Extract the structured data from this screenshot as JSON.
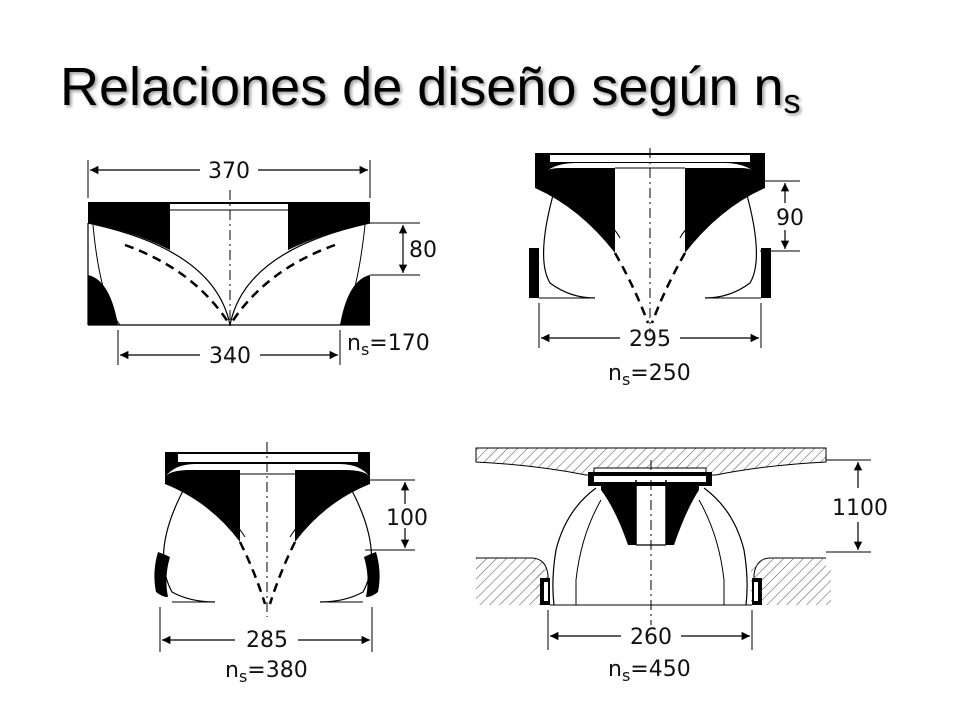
{
  "title": {
    "main": "Relaciones de diseño según n",
    "sub": "s"
  },
  "figures": [
    {
      "id": "ns170",
      "dim_top": "370",
      "dim_side": "80",
      "dim_bottom": "340",
      "ns_label": "n",
      "ns_sub": "s",
      "ns_value": "=170"
    },
    {
      "id": "ns250",
      "dim_side": "90",
      "dim_bottom": "295",
      "ns_label": "n",
      "ns_sub": "s",
      "ns_value": "=250"
    },
    {
      "id": "ns380",
      "dim_side": "100",
      "dim_bottom": "285",
      "ns_label": "n",
      "ns_sub": "s",
      "ns_value": "=380"
    },
    {
      "id": "ns450",
      "dim_side": "1100",
      "dim_bottom": "260",
      "ns_label": "n",
      "ns_sub": "s",
      "ns_value": "=450"
    }
  ],
  "colors": {
    "ink": "#000000",
    "hatch": "#666666",
    "shadow": "#9a9a9a"
  }
}
